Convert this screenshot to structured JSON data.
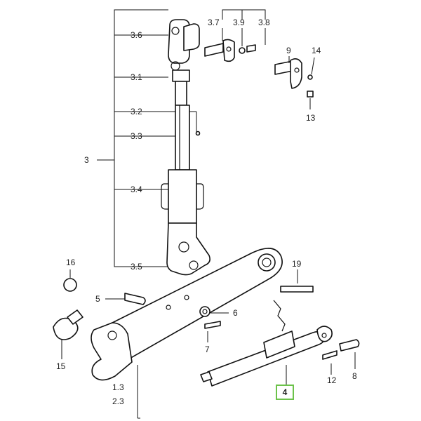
{
  "labels": {
    "l3": "3",
    "l31": "3.1",
    "l32": "3.2",
    "l33": "3.3",
    "l34": "3.4",
    "l35": "3.5",
    "l36": "3.6",
    "l37": "3.7",
    "l38": "3.8",
    "l39": "3.9",
    "l4": "4",
    "l5": "5",
    "l6": "6",
    "l7": "7",
    "l8": "8",
    "l9": "9",
    "l12": "12",
    "l13": "13",
    "l14": "14",
    "l15": "15",
    "l16": "16",
    "l19": "19",
    "l13b": "1.3",
    "l23": "2.3"
  },
  "colors": {
    "highlight": "#6cc24a"
  }
}
